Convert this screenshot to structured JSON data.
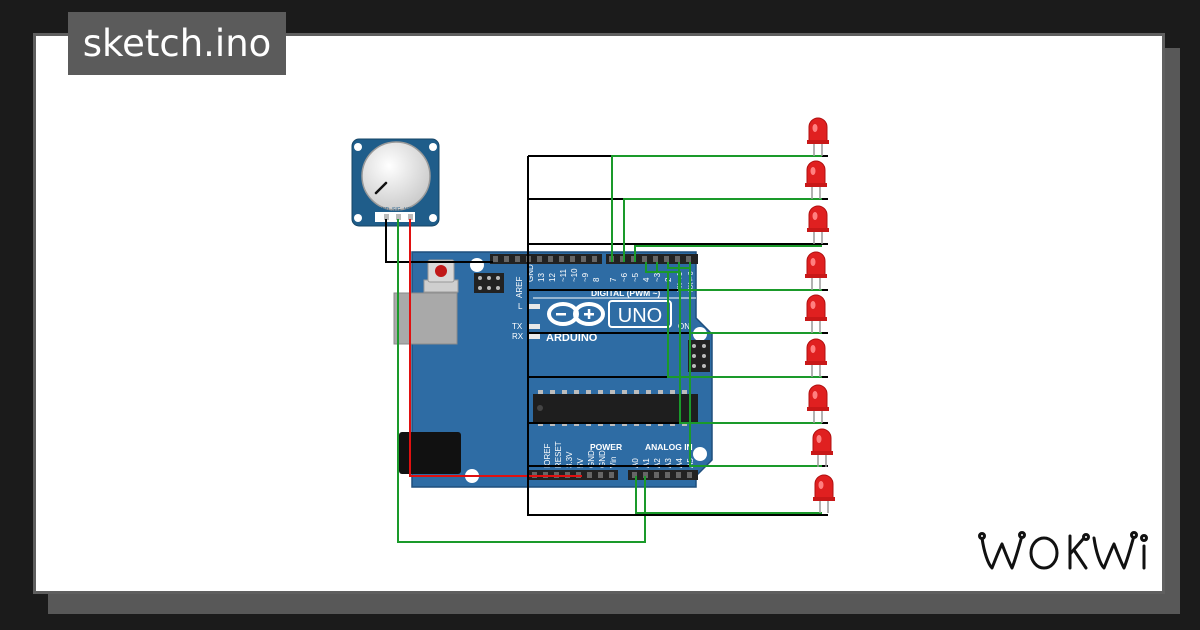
{
  "tab": {
    "filename": "sketch.ino"
  },
  "brand": {
    "logo_text": "WOKWI"
  },
  "potentiometer": {
    "pin_labels": [
      "GND",
      "SIG",
      "VCC"
    ],
    "icon": "potentiometer-icon"
  },
  "arduino": {
    "brand": "ARDUINO",
    "model": "UNO",
    "on_label": "ON",
    "digital_header_label": "DIGITAL (PWM ~)",
    "analog_header_label": "ANALOG IN",
    "power_header_label": "POWER",
    "aref_label": "AREF",
    "gnd_top_label": "GND",
    "led_label": "L",
    "tx_label": "TX",
    "rx_label": "RX",
    "digital_pins": [
      "13",
      "12",
      "~11",
      "~10",
      "~9",
      "8",
      "7",
      "~6",
      "~5",
      "4",
      "~3",
      "2",
      "TX→1",
      "RX←0"
    ],
    "power_pins": [
      "IOREF",
      "RESET",
      "3.3V",
      "5V",
      "GND",
      "GND",
      "Vin"
    ],
    "analog_pins": [
      "A0",
      "A1",
      "A2",
      "A3",
      "A4",
      "A5"
    ]
  },
  "leds": {
    "count": 9,
    "color": "red"
  },
  "colors": {
    "background": "#1b1b1b",
    "card": "#ffffff",
    "board": "#2e6ca4",
    "led": "#e02020",
    "wire_black": "#000000",
    "wire_green": "#1a9a2a",
    "wire_red": "#e01010"
  }
}
